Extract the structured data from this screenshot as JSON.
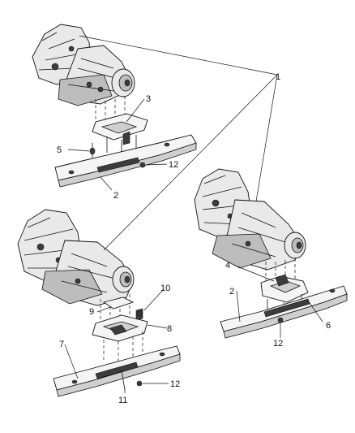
{
  "callouts": [
    {
      "id": "c1",
      "text": "1"
    },
    {
      "id": "c3",
      "text": "3"
    },
    {
      "id": "c5",
      "text": "5"
    },
    {
      "id": "c12a",
      "text": "12"
    },
    {
      "id": "c2a",
      "text": "2"
    },
    {
      "id": "c4",
      "text": "4"
    },
    {
      "id": "c2b",
      "text": "2"
    },
    {
      "id": "c6",
      "text": "6"
    },
    {
      "id": "c12b",
      "text": "12"
    },
    {
      "id": "c10",
      "text": "10"
    },
    {
      "id": "c9",
      "text": "9"
    },
    {
      "id": "c8",
      "text": "8"
    },
    {
      "id": "c7",
      "text": "7"
    },
    {
      "id": "c11",
      "text": "11"
    },
    {
      "id": "c12c",
      "text": "12"
    }
  ]
}
